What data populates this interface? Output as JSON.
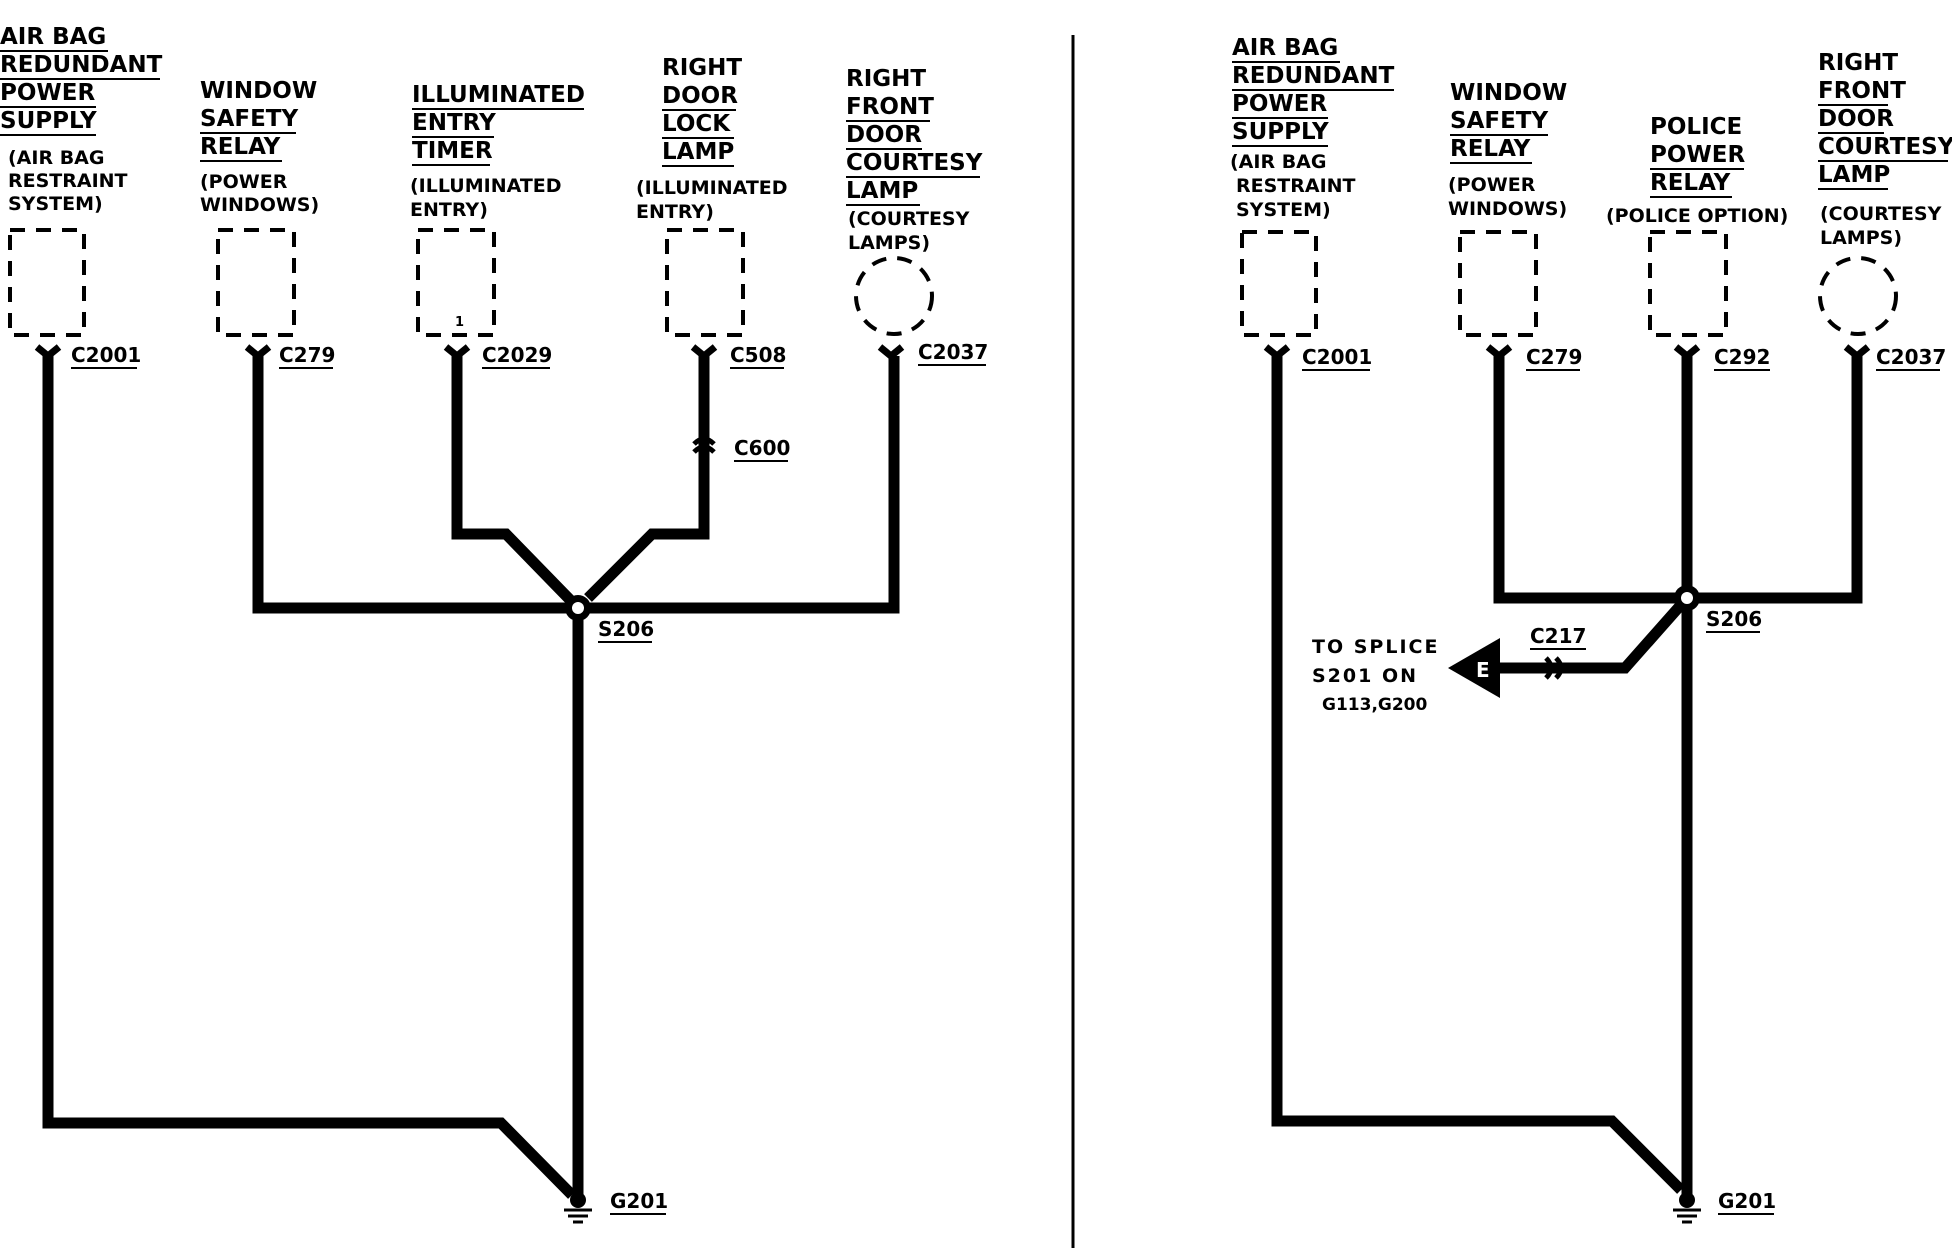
{
  "left": {
    "components": [
      {
        "lines": [
          "AIR BAG",
          "REDUNDANT",
          "POWER",
          "SUPPLY"
        ],
        "desc": [
          "(AIR BAG",
          "RESTRAINT",
          "SYSTEM)"
        ],
        "connector": "C2001"
      },
      {
        "lines": [
          "WINDOW",
          "SAFETY",
          "RELAY"
        ],
        "desc": [
          "(POWER",
          "WINDOWS)"
        ],
        "connector": "C279"
      },
      {
        "lines": [
          "ILLUMINATED",
          "ENTRY",
          "TIMER"
        ],
        "desc": [
          "(ILLUMINATED",
          "ENTRY)"
        ],
        "connector": "C2029",
        "pin": "1"
      },
      {
        "lines": [
          "RIGHT",
          "DOOR",
          "LOCK",
          "LAMP"
        ],
        "desc": [
          "(ILLUMINATED",
          "ENTRY)"
        ],
        "connector": "C508"
      },
      {
        "lines": [
          "RIGHT",
          "FRONT",
          "DOOR",
          "COURTESY",
          "LAMP"
        ],
        "desc": [
          "(COURTESY",
          "LAMPS)"
        ],
        "connector": "C2037"
      }
    ],
    "inline_connector": "C600",
    "splice": "S206",
    "ground": "G201"
  },
  "right": {
    "components": [
      {
        "lines": [
          "AIR BAG",
          "REDUNDANT",
          "POWER",
          "SUPPLY"
        ],
        "desc": [
          "(AIR BAG",
          "RESTRAINT",
          "SYSTEM)"
        ],
        "connector": "C2001"
      },
      {
        "lines": [
          "WINDOW",
          "SAFETY",
          "RELAY"
        ],
        "desc": [
          "(POWER",
          "WINDOWS)"
        ],
        "connector": "C279"
      },
      {
        "lines": [
          "POLICE",
          "POWER",
          "RELAY"
        ],
        "desc": [
          "(POLICE OPTION)"
        ],
        "connector": "C292"
      },
      {
        "lines": [
          "RIGHT",
          "FRONT",
          "DOOR",
          "COURTESY",
          "LAMP"
        ],
        "desc": [
          "(COURTESY",
          "LAMPS)"
        ],
        "connector": "C2037"
      }
    ],
    "inline_connector": "C217",
    "splice": "S206",
    "ground": "G201",
    "offpage": {
      "letter": "E",
      "lines": [
        "TO SPLICE",
        "S201 ON",
        "G113,G200"
      ]
    }
  }
}
